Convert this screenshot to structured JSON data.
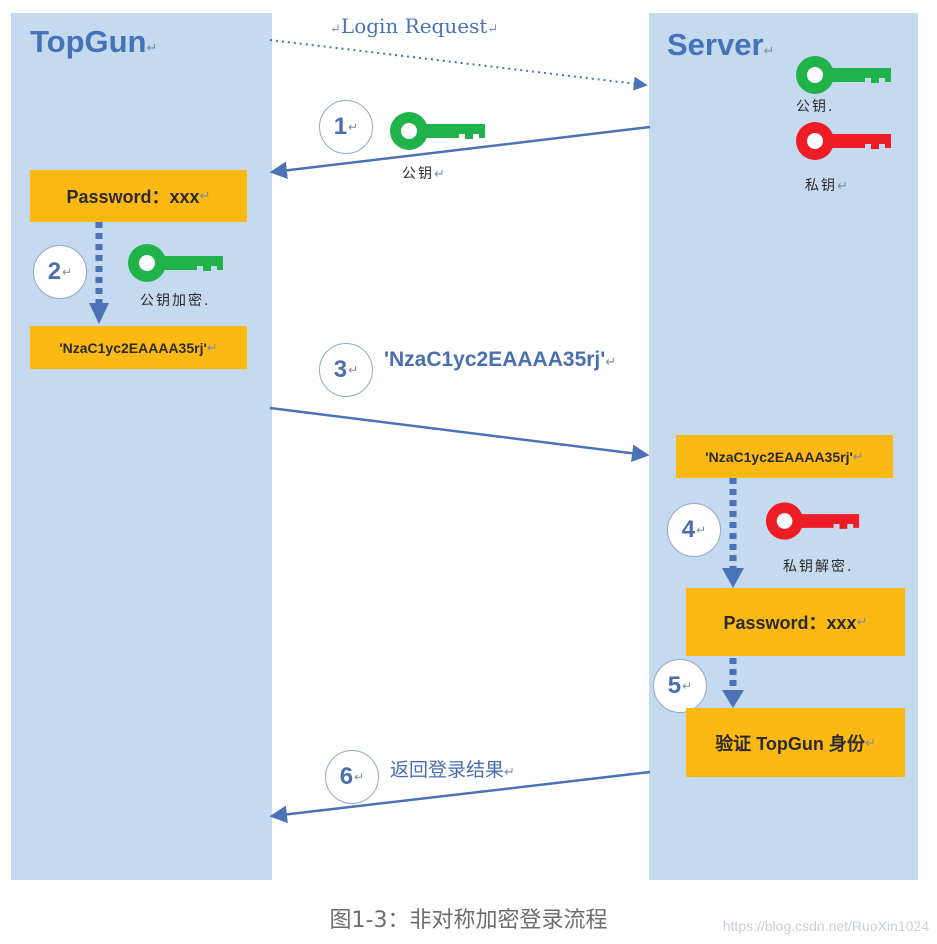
{
  "lanes": {
    "client": "TopGun",
    "server": "Server"
  },
  "messages": {
    "login_request": "Login Request",
    "step3_payload": "'NzaC1yc2EAAAA35rj'",
    "step6_result": "返回登录结果"
  },
  "steps": [
    "1",
    "2",
    "3",
    "4",
    "5",
    "6"
  ],
  "keys": {
    "server_public": "公钥.",
    "server_private": "私钥",
    "sent_public": "公钥",
    "encrypt_public": "公钥加密.",
    "decrypt_private": "私钥解密."
  },
  "boxes": {
    "client_password": "Password：xxx",
    "client_cipher": "'NzaC1yc2EAAAA35rj'",
    "server_cipher": "'NzaC1yc2EAAAA35rj'",
    "server_password": "Password：xxx",
    "server_verify": "验证 TopGun 身份"
  },
  "marks": {
    "return": "↵"
  },
  "caption": "图1-3：非对称加密登录流程",
  "watermark": "https://blog.csdn.net/RuoXin1024",
  "colors": {
    "lane": "#c5d9ef",
    "box": "#fdb913",
    "arrow": "#4a72b5",
    "public_key": "#1fb34a",
    "private_key": "#ee1c24"
  },
  "icons": {
    "public_key": "green-key-icon",
    "private_key": "red-key-icon",
    "step": "numbered-circle"
  }
}
